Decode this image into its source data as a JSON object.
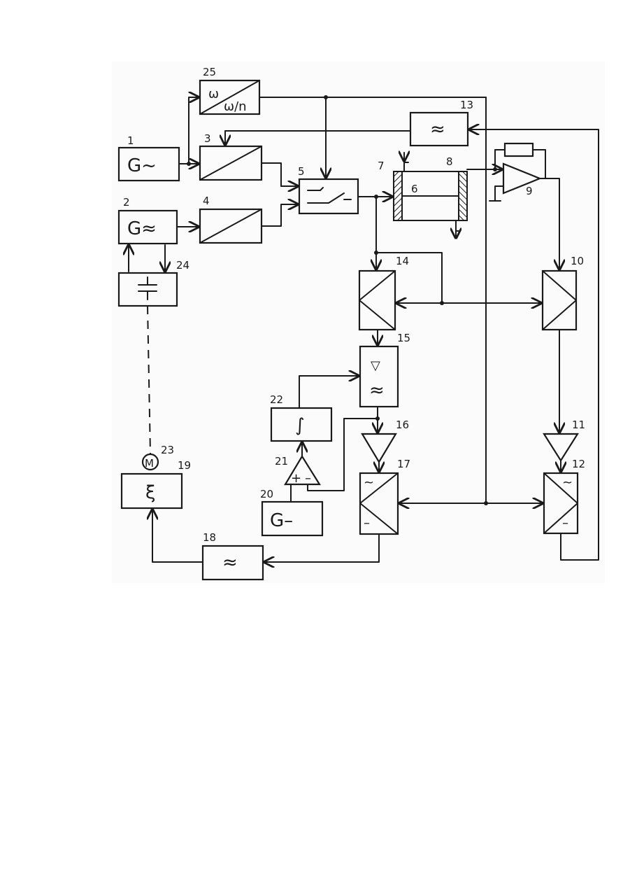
{
  "blocks": {
    "b1": {
      "number": "1",
      "symbol": "G~"
    },
    "b2": {
      "number": "2",
      "symbol": "G≈"
    },
    "b3": {
      "number": "3"
    },
    "b4": {
      "number": "4"
    },
    "b5": {
      "number": "5"
    },
    "b6": {
      "number": "6"
    },
    "b7": {
      "number": "7"
    },
    "b8": {
      "number": "8"
    },
    "b9": {
      "number": "9"
    },
    "b10": {
      "number": "10"
    },
    "b11": {
      "number": "11"
    },
    "b12": {
      "number": "12",
      "symbol_top": "~",
      "symbol_bottom": "–"
    },
    "b13": {
      "number": "13",
      "symbol": "≈"
    },
    "b14": {
      "number": "14"
    },
    "b15": {
      "number": "15",
      "symbol_top": "▽",
      "symbol_bottom": "≈"
    },
    "b16": {
      "number": "16"
    },
    "b17": {
      "number": "17",
      "symbol_top": "~",
      "symbol_bottom": "–"
    },
    "b18": {
      "number": "18",
      "symbol": "≈"
    },
    "b19": {
      "number": "19",
      "symbol": "ξ"
    },
    "b20": {
      "number": "20",
      "symbol": "G–"
    },
    "b21": {
      "number": "21",
      "symbol_plus": "+",
      "symbol_minus": "–"
    },
    "b22": {
      "number": "22",
      "symbol": "∫"
    },
    "b23": {
      "number": "23",
      "symbol": "M"
    },
    "b24": {
      "number": "24"
    },
    "b25": {
      "number": "25",
      "symbol_top": "ω",
      "symbol_bottom": "ω/n"
    }
  }
}
